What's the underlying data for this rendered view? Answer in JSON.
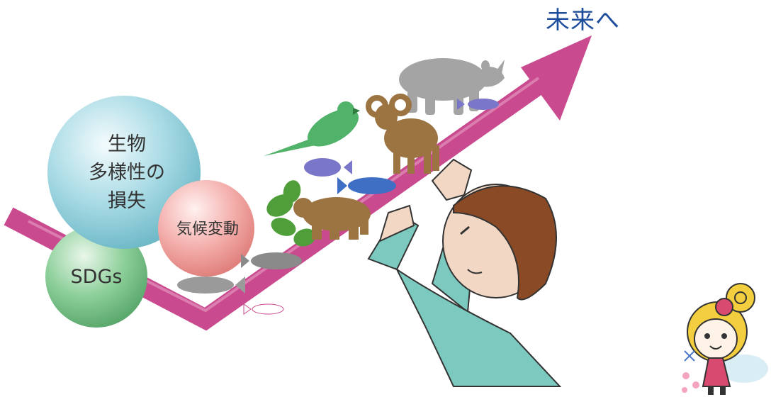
{
  "arrow_label": "未来へ",
  "bubbles": {
    "biodiversity": {
      "lines": [
        "生物",
        "多様性の",
        "損失"
      ],
      "color": "#9fd6e0"
    },
    "climate": {
      "label": "気候変動",
      "color": "#f2a9a6"
    },
    "sdgs": {
      "label": "SDGs",
      "color": "#7fc58f"
    }
  },
  "colors": {
    "arrow": "#c94a8e",
    "text_future": "#1f4e9c",
    "person_shirt": "#7cc9bf",
    "person_hair": "#8a4a26",
    "animal_brown": "#9c7442",
    "animal_gray": "#a4a4a4",
    "animal_blue": "#3f6fc4",
    "parrot_green": "#51b26a",
    "leaf_green": "#4f9e3a"
  },
  "icons": [
    "growth-arrow",
    "rhinoceros-icon",
    "ram-icon",
    "parrot-icon",
    "bear-icon",
    "fish-icon",
    "leaf-icon",
    "person-reaching",
    "mascot-character"
  ]
}
